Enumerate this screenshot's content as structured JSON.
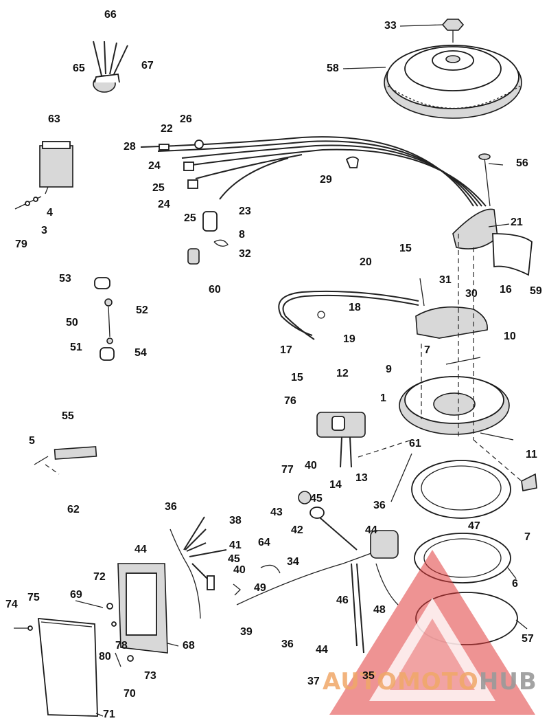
{
  "watermark": {
    "part1": "AUTOMOTO",
    "part2": "HUB",
    "color_primary": "#e03a3a",
    "color_secondary": "#f0a868",
    "color_tertiary": "#9a9a9a"
  },
  "labels": [
    "33",
    "58",
    "66",
    "67",
    "65",
    "63",
    "22",
    "26",
    "28",
    "24",
    "25",
    "24",
    "25",
    "29",
    "23",
    "8",
    "32",
    "60",
    "4",
    "3",
    "79",
    "56",
    "21",
    "15",
    "31",
    "30",
    "16",
    "59",
    "20",
    "18",
    "19",
    "17",
    "7",
    "10",
    "53",
    "52",
    "50",
    "51",
    "54",
    "9",
    "15",
    "12",
    "76",
    "1",
    "55",
    "5",
    "62",
    "61",
    "11",
    "13",
    "14",
    "77",
    "40",
    "45",
    "43",
    "42",
    "36",
    "44",
    "47",
    "7",
    "36",
    "38",
    "44",
    "41",
    "45",
    "40",
    "64",
    "34",
    "49",
    "46",
    "48",
    "6",
    "72",
    "69",
    "75",
    "74",
    "78",
    "80",
    "73",
    "70",
    "71",
    "68",
    "39",
    "36",
    "44",
    "57",
    "37",
    "35"
  ]
}
